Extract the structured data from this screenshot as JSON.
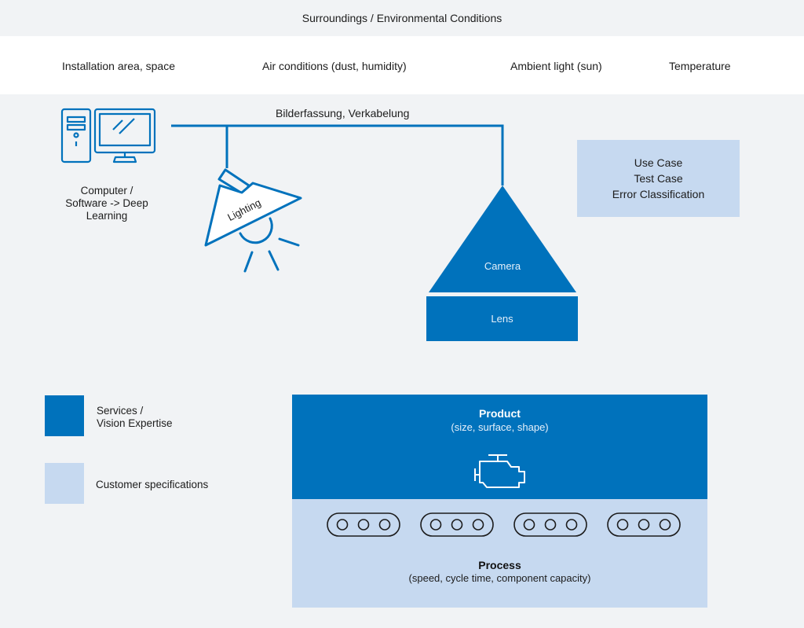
{
  "header": {
    "title": "Surroundings / Environmental Conditions",
    "conditions": [
      "Installation area, space",
      "Air conditions (dust, humidity)",
      "Ambient light (sun)",
      "Temperature"
    ]
  },
  "connection_label": "Bilderfassung, Verkabelung",
  "computer": {
    "label_lines": [
      "Computer /",
      "Software -> Deep",
      "Learning"
    ],
    "icon": "computer-icon"
  },
  "lighting": {
    "label": "Lighting",
    "icon": "lamp-icon"
  },
  "camera": {
    "label": "Camera"
  },
  "lens": {
    "label": "Lens"
  },
  "spec_box": {
    "lines": [
      "Use Case",
      "Test Case",
      "Error Classification"
    ]
  },
  "legend": [
    {
      "label_lines": [
        "Services /",
        "Vision Expertise"
      ],
      "color": "#0072bc"
    },
    {
      "label_lines": [
        "Customer specifications"
      ],
      "color": "#c6d9f0"
    }
  ],
  "product": {
    "title": "Product",
    "subtitle": "(size, surface, shape)",
    "icon": "engine-icon"
  },
  "process": {
    "title": "Process",
    "subtitle": "(speed, cycle time, component capacity)",
    "icon": "conveyor-roller-icon"
  },
  "colors": {
    "dark_blue": "#0072bc",
    "light_blue": "#c6d9f0",
    "background": "#f1f3f5"
  }
}
